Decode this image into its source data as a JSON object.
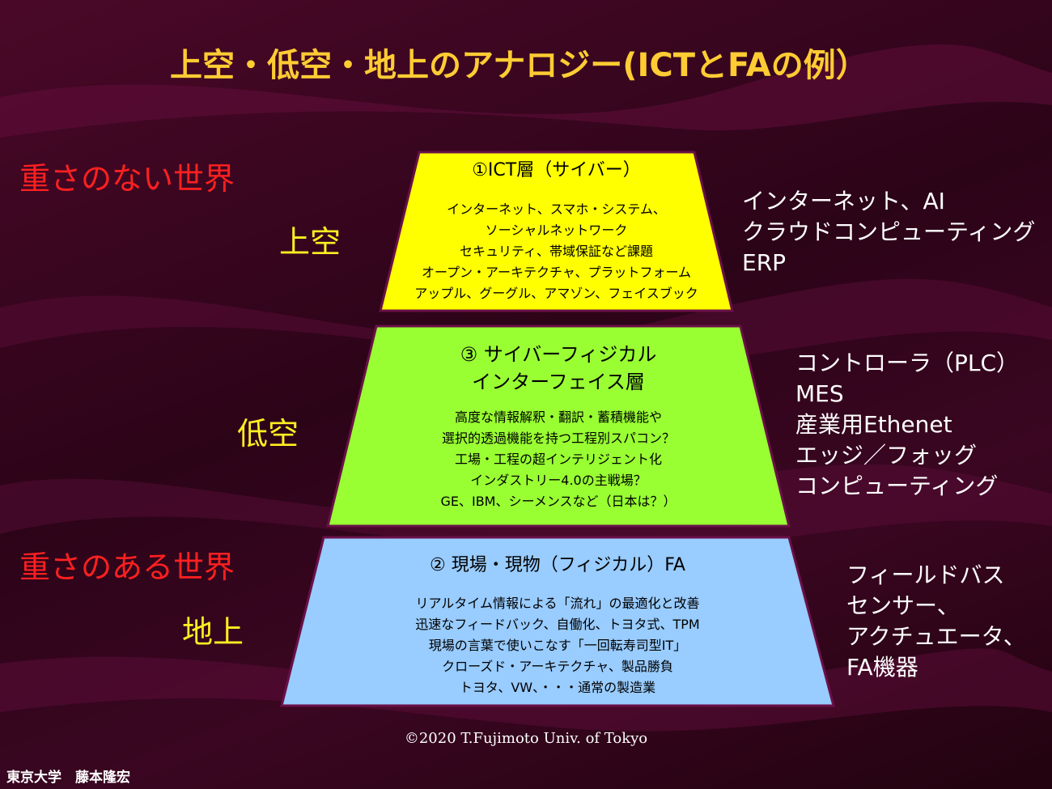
{
  "title": "上空・低空・地上のアナロジー(ICTとFAの例）",
  "world_labels": {
    "weightless": "重さのない世界",
    "weighty": "重さのある世界"
  },
  "altitude_labels": {
    "upper": "上空",
    "low": "低空",
    "ground": "地上"
  },
  "layers": [
    {
      "title": "①ICT層（サイバー）",
      "lines": [
        "インターネット、スマホ・システム、",
        "ソーシャルネットワーク",
        "セキュリティ、帯域保証など課題",
        "オープン・アーキテクチャ、プラットフォーム",
        "アップル、グーグル、アマゾン、フェイスブック"
      ],
      "fill": "#ffff00"
    },
    {
      "title_lines": [
        "③ サイバーフィジカル",
        "インターフェイス層"
      ],
      "lines": [
        "高度な情報解釈・翻訳・蓄積機能や",
        "選択的透過機能を持つ工程別スパコン？",
        "工場・工程の超インテリジェント化",
        "インダストリー4.0の主戦場？",
        "GE、IBM、シーメンスなど（日本は？）"
      ],
      "fill": "#99ff33"
    },
    {
      "title": "② 現場・現物（フィジカル）FA",
      "lines": [
        "リアルタイム情報による「流れ」の最適化と改善",
        "迅速なフィードバック、自働化、トヨタ式、TPM",
        "現場の言葉で使いこなす「一回転寿司型IT」",
        "クローズド・アーキテクチャ、製品勝負",
        "トヨタ、VW、・・・通常の製造業"
      ],
      "fill": "#99ccff"
    }
  ],
  "side_notes": {
    "ict": [
      "インターネット、AI",
      "クラウドコンピューティング",
      "ERP"
    ],
    "cpi": [
      "コントローラ（PLC）",
      "MES",
      "産業用Ethenet",
      "エッジ／フォッグ",
      "コンピューティング"
    ],
    "fa": [
      "フィールドバス",
      "センサー、",
      "アクチュエータ、",
      "FA機器"
    ]
  },
  "copyright": "©2020 T.Fujimoto Univ. of Tokyo",
  "affiliation": "東京大学　藤本隆宏",
  "colors": {
    "background": "#2c0418",
    "title": "#ffcc33",
    "world_label": "#ff2020",
    "altitude_label": "#ffee22",
    "layer_border": "#6a1048"
  }
}
